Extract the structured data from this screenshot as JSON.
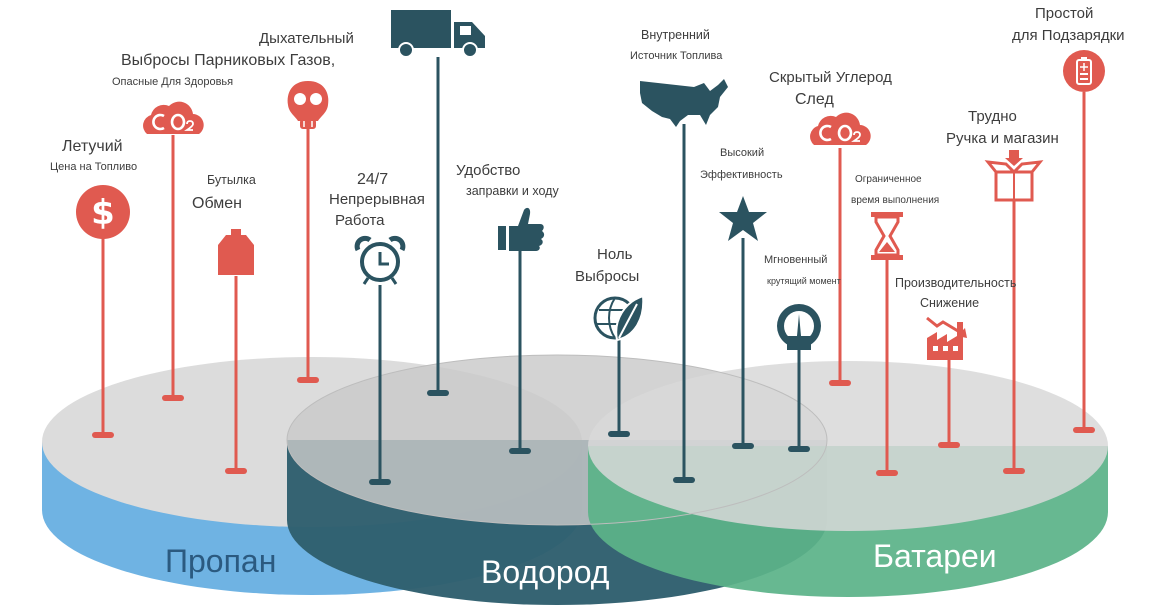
{
  "colors": {
    "red": "#e05a50",
    "slate": "#2b5360",
    "propane": "#6fb3e3",
    "hydrogen": "#2f5f6e",
    "battery": "#5bb389",
    "disk_top": "#dcdcdc"
  },
  "disks": {
    "propane": "Пропан",
    "hydrogen": "Водород",
    "battery": "Батареи"
  },
  "pins": [
    {
      "id": "volatile-fuel",
      "icon": "dollar-icon",
      "color": "red",
      "lines": [
        "Летучий",
        "Цена на Топливо"
      ]
    },
    {
      "id": "emissions",
      "icon": "co2-cloud-icon",
      "color": "red",
      "lines": [
        "Выбросы Парниковых Газов,",
        "Опасные Для Здоровья"
      ]
    },
    {
      "id": "bottle-swap",
      "icon": "bottle-icon",
      "color": "red",
      "lines": [
        "Бутылка",
        "Обмен"
      ]
    },
    {
      "id": "respiratory",
      "icon": "gas-mask-icon",
      "color": "red",
      "lines": [
        "Дыхательный"
      ]
    },
    {
      "id": "truck",
      "icon": "truck-icon",
      "color": "slate",
      "lines": []
    },
    {
      "id": "continuous-work",
      "icon": "alarm-clock-icon",
      "color": "slate",
      "lines": [
        "24/7",
        "Непрерывная",
        "Работа"
      ]
    },
    {
      "id": "convenience",
      "icon": "thumbs-up-icon",
      "color": "slate",
      "lines": [
        "Удобство",
        "заправки и ходу"
      ]
    },
    {
      "id": "zero-emissions",
      "icon": "leaf-globe-icon",
      "color": "slate",
      "lines": [
        "Ноль",
        "Выбросы"
      ]
    },
    {
      "id": "domestic-fuel",
      "icon": "usa-map-icon",
      "color": "slate",
      "lines": [
        "Внутренний",
        "Источник Топлива"
      ]
    },
    {
      "id": "high-efficiency",
      "icon": "star-icon",
      "color": "slate",
      "lines": [
        "Высокий",
        "Эффективность"
      ]
    },
    {
      "id": "instant-torque",
      "icon": "gauge-icon",
      "color": "slate",
      "lines": [
        "Мгновенный",
        "крутящий момент"
      ]
    },
    {
      "id": "hidden-carbon",
      "icon": "co2-cloud-icon",
      "color": "red",
      "lines": [
        "Скрытый Углерод",
        "След"
      ]
    },
    {
      "id": "limited-runtime",
      "icon": "hourglass-icon",
      "color": "red",
      "lines": [
        "Ограниченное",
        "время выполнения"
      ]
    },
    {
      "id": "performance-drop",
      "icon": "factory-decline-icon",
      "color": "red",
      "lines": [
        "Производительность",
        "Снижение"
      ]
    },
    {
      "id": "hard-handling",
      "icon": "box-icon",
      "color": "red",
      "lines": [
        "Трудно",
        "Ручка и магазин"
      ]
    },
    {
      "id": "charging-downtime",
      "icon": "battery-icon",
      "color": "red",
      "lines": [
        "Простой",
        "для Подзарядки"
      ]
    }
  ]
}
